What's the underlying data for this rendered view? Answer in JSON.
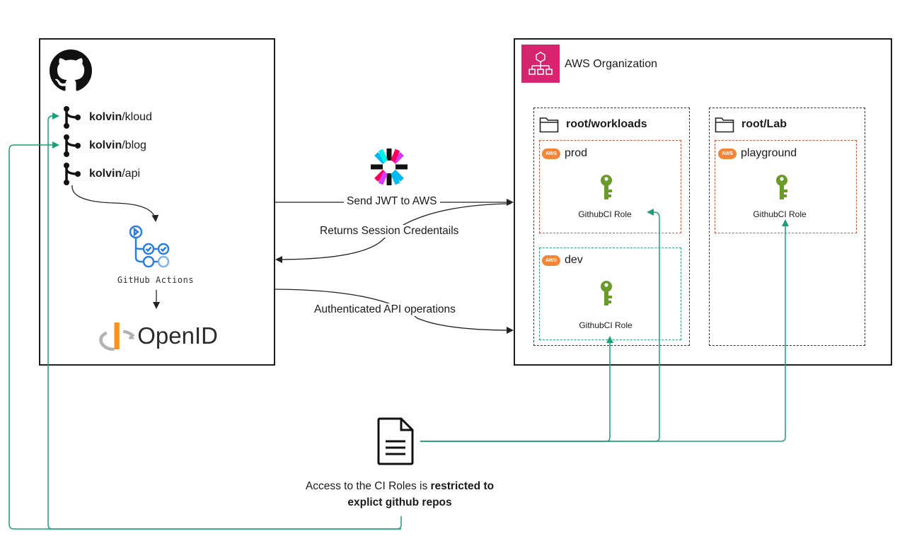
{
  "github": {
    "repos": [
      {
        "owner": "kolvin",
        "name": "/kloud"
      },
      {
        "owner": "kolvin",
        "name": "/blog"
      },
      {
        "owner": "kolvin",
        "name": "/api"
      }
    ],
    "actions_label": "GitHub Actions",
    "openid_label": "OpenID"
  },
  "flows": {
    "send_jwt": "Send JWT to AWS",
    "returns_credentials": "Returns Session Credentails",
    "authenticated_ops": "Authenticated API operations"
  },
  "aws": {
    "org_label": "AWS Organization",
    "ou_workloads": {
      "title": "root/workloads",
      "accounts": [
        {
          "name": "prod",
          "role": "GithubCI Role"
        },
        {
          "name": "dev",
          "role": "GithubCI Role"
        }
      ]
    },
    "ou_lab": {
      "title": "root/Lab",
      "accounts": [
        {
          "name": "playground",
          "role": "GithubCI Role"
        }
      ]
    },
    "badge_text": "AWS"
  },
  "policy": {
    "text_plain": "Access to the CI Roles is ",
    "text_bold_1": "restricted to",
    "text_bold_2": "explict github repos"
  },
  "colors": {
    "accent_green": "#1f9d77",
    "org_pink": "#d6246e",
    "aws_orange": "#f58536",
    "red_dash": "#e0553a",
    "green_dash": "#2aa37f",
    "key_green": "#6a9a2a"
  }
}
